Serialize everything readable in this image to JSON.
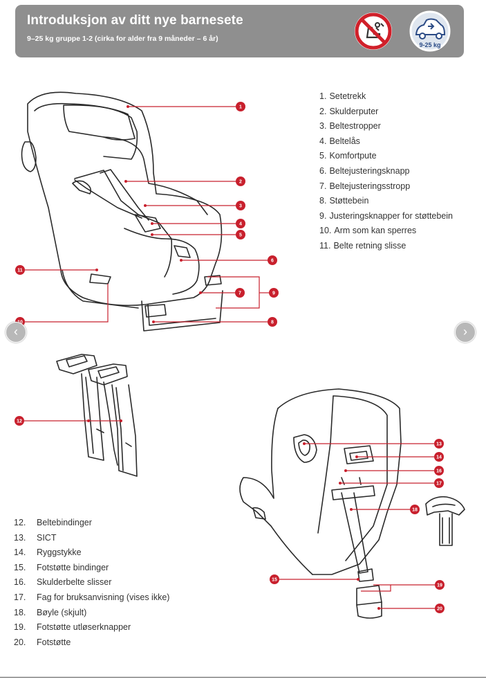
{
  "header": {
    "title": "Introduksjon av ditt nye barnesete",
    "subtitle": "9–25 kg gruppe 1-2 (cirka for alder fra 9 måneder – 6 år)",
    "weight_badge": "9-25 kg",
    "icons": [
      "no-airbag-icon",
      "car-weight-icon"
    ]
  },
  "parts_top": [
    {
      "num": "1.",
      "label": "Setetrekk"
    },
    {
      "num": "2.",
      "label": "Skulderputer"
    },
    {
      "num": "3.",
      "label": "Beltestropper"
    },
    {
      "num": "4.",
      "label": "Beltelås"
    },
    {
      "num": "5.",
      "label": "Komfortpute"
    },
    {
      "num": "6.",
      "label": "Beltejusteringsknapp"
    },
    {
      "num": "7.",
      "label": "Beltejusteringsstropp"
    },
    {
      "num": "8.",
      "label": "Støttebein"
    },
    {
      "num": "9.",
      "label": "Justeringsknapper for støttebein"
    },
    {
      "num": "10.",
      "label": "Arm som kan sperres"
    },
    {
      "num": "11.",
      "label": "Belte retning slisse"
    }
  ],
  "parts_bottom": [
    {
      "num": "12.",
      "label": "Beltebindinger"
    },
    {
      "num": "13.",
      "label": "SICT"
    },
    {
      "num": "14.",
      "label": "Ryggstykke"
    },
    {
      "num": "15.",
      "label": "Fotstøtte  bindinger"
    },
    {
      "num": "16.",
      "label": "Skulderbelte  slisser"
    },
    {
      "num": "17.",
      "label": "Fag for bruksanvisning (vises ikke)"
    },
    {
      "num": "18.",
      "label": "Bøyle  (skjult)"
    },
    {
      "num": "19.",
      "label": "Fotstøtte  utløserknapper"
    },
    {
      "num": "20.",
      "label": "Fotstøtte"
    }
  ],
  "callouts": {
    "c1": "1",
    "c2": "2",
    "c3": "3",
    "c4": "4",
    "c5": "5",
    "c6": "6",
    "c7": "7",
    "c8": "8",
    "c9": "9",
    "c10": "10",
    "c11": "11",
    "c12": "12",
    "c13": "13",
    "c14": "14",
    "c15": "15",
    "c16": "16",
    "c17": "17",
    "c18": "18",
    "c19": "19",
    "c20": "20"
  },
  "nav": {
    "prev": "‹",
    "next": "›"
  },
  "colors": {
    "header_bg": "#8f8f8f",
    "callout_red": "#c8202d",
    "line_red": "#c8202d"
  }
}
